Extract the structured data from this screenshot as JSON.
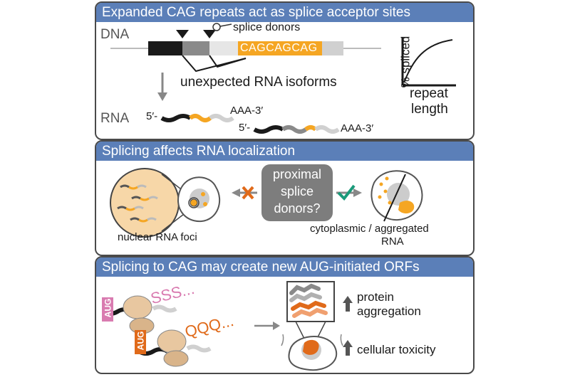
{
  "panel1": {
    "title": "Expanded CAG repeats act as splice acceptor sites",
    "dna_label": "DNA",
    "splice_donors_label": "splice donors",
    "repeat_sequence": "CAGCAGCAG",
    "isoforms_label": "unexpected RNA isoforms",
    "rna_label": "RNA",
    "five_prime_1": "5′-",
    "three_prime_1": "AAA-3′",
    "five_prime_2": "5′-",
    "three_prime_2": "AAA-3′",
    "ylabel": "% spliced",
    "xlabel_line1": "repeat",
    "xlabel_line2": "length"
  },
  "panel2": {
    "title": "Splicing affects RNA localization",
    "question_line1": "proximal",
    "question_line2": "splice",
    "question_line3": "donors?",
    "nuclear_label": "nuclear RNA foci",
    "cyto_label_line1": "cytoplasmic / aggregated",
    "cyto_label_line2": "RNA"
  },
  "panel3": {
    "title": "Splicing to CAG may create new AUG-initiated ORFs",
    "aug_1": "AUG",
    "aug_2": "AUG",
    "sss": "SSS...",
    "qqq": "QQQ...",
    "protein_line1": "protein",
    "protein_line2": "aggregation",
    "toxicity": "cellular toxicity"
  },
  "colors": {
    "header": "#5b7fb8",
    "repeat": "#f5a623",
    "exon_dark": "#1a1a1a",
    "exon_grey": "#8a8a8a",
    "cross": "#e06a1a",
    "check": "#1a9a7a",
    "serine": "#d97bb0",
    "glutamine": "#e06a1a"
  }
}
